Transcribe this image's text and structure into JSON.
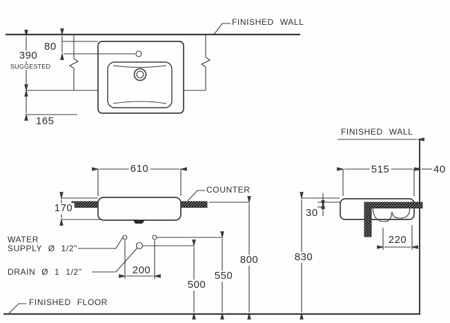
{
  "plan": {
    "wall_label": "FINISHED WALL",
    "dim_80": "80",
    "dim_390": "390",
    "suggested": "SUGGESTED",
    "dim_165": "165"
  },
  "front": {
    "dim_610": "610",
    "dim_170": "170",
    "counter_label": "COUNTER",
    "supply_label_1": "WATER",
    "supply_label_2": "SUPPLY Ø 1/2\"",
    "drain_label": "DRAIN Ø 1  1/2\"",
    "dim_200": "200",
    "dim_500": "500",
    "dim_550": "550",
    "dim_800": "800",
    "floor_label": "FINISHED FLOOR"
  },
  "side": {
    "wall_label": "FINISHED WALL",
    "dim_515": "515",
    "dim_40": "40",
    "dim_30": "30",
    "dim_220": "220",
    "dim_830": "830"
  },
  "colors": {
    "line": "#3a3a3a",
    "text": "#2e2e2e",
    "hatch_dark": "#1f1f1f",
    "hatch_light": "#9a9a9a",
    "background": "#fdfdfd"
  }
}
